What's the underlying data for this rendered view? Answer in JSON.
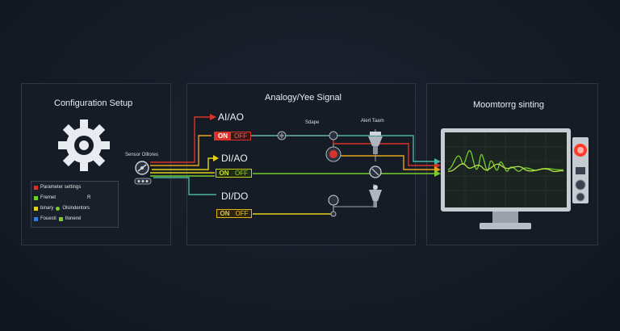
{
  "panels": {
    "left_title": "Configuration Setup",
    "mid_title": "Analogy/Yee Signal",
    "right_title": "Moomtorrg sinting"
  },
  "sensor_label": "Sensor Olllores",
  "params": {
    "header": "Parameter settings",
    "item1": "Fremet",
    "item1_value": "R",
    "item2a": "binary",
    "item2b": "Olsindentors",
    "item3a": "Fouesti",
    "item3b": "Ilonerel"
  },
  "signals": {
    "ai_ao": "AI/AO",
    "di_ao": "DI/AO",
    "di_do": "DI/DO"
  },
  "switches": {
    "on": "ON",
    "off": "OFF"
  },
  "node_labels": {
    "sdape": "Sdape",
    "alert": "Alert Taam"
  },
  "colors": {
    "red": "#d7332b",
    "orange": "#e6a31a",
    "yellow": "#e3d21b",
    "green": "#73cf2c",
    "teal": "#49b3a4"
  }
}
